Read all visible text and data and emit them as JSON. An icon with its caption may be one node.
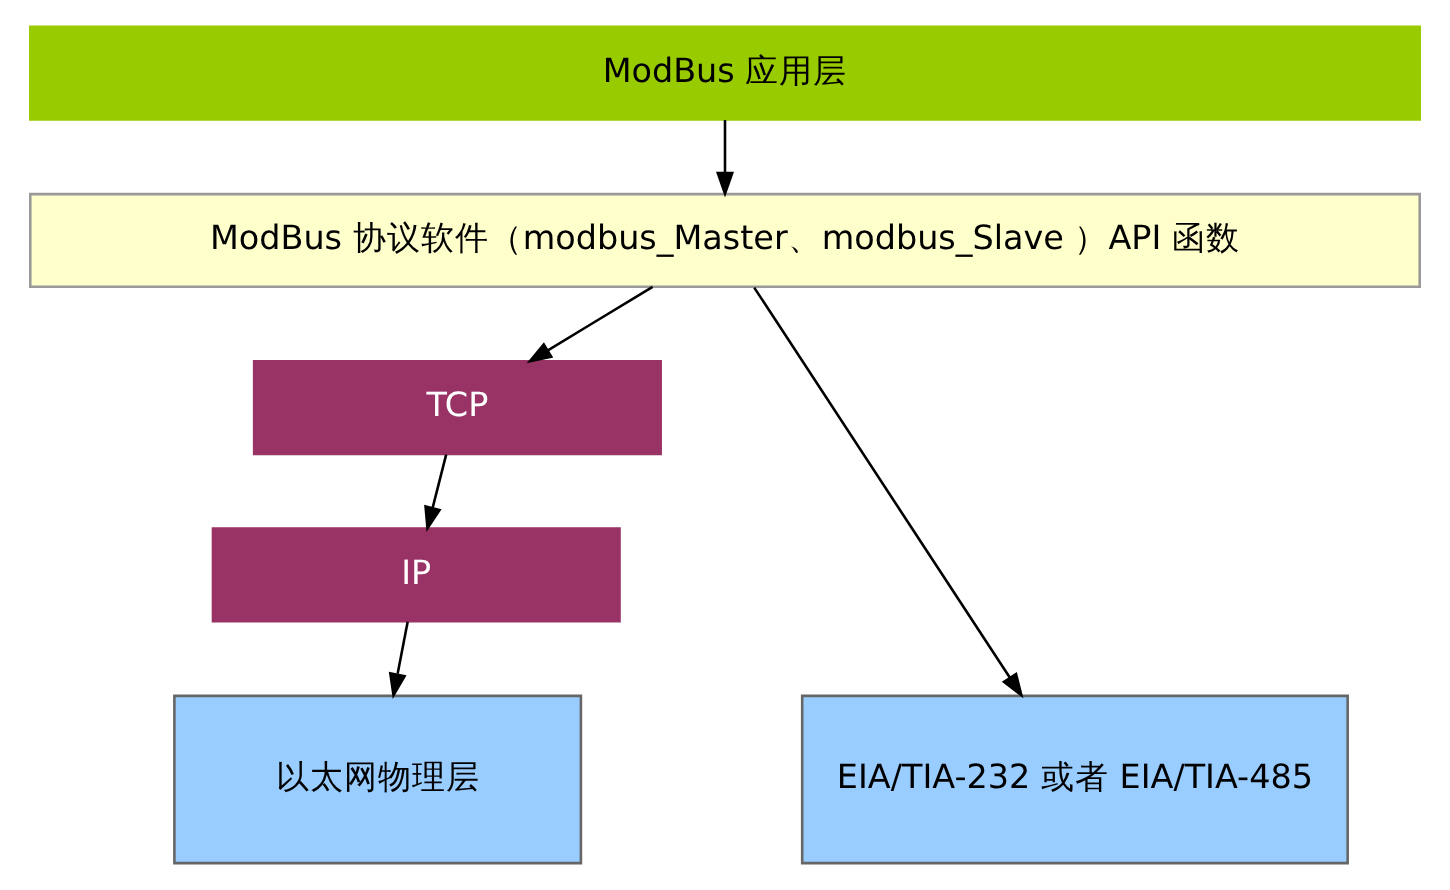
{
  "diagram": {
    "nodes": [
      {
        "text": [
          "ModBus 应用层"
        ]
      },
      {
        "text": [
          "ModBus 协议软件（modbus_Master、modbus_Slave ）API 函数"
        ]
      },
      {
        "text": [
          "TCP"
        ]
      },
      {
        "text": [
          "IP"
        ]
      },
      {
        "text": [
          "EIA/TIA-232 或者 EIA/TIA-485"
        ]
      },
      {
        "text": [
          "以太网物理层"
        ]
      }
    ],
    "edges": [
      {
        "from": 0,
        "to": 1,
        "arrow": "to"
      },
      {
        "from": 1,
        "to": 4,
        "arrow": "to"
      },
      {
        "from": 1,
        "to": 2,
        "arrow": "to"
      },
      {
        "from": 2,
        "to": 3,
        "arrow": "to"
      },
      {
        "from": 3,
        "to": 5,
        "arrow": "to"
      }
    ]
  }
}
